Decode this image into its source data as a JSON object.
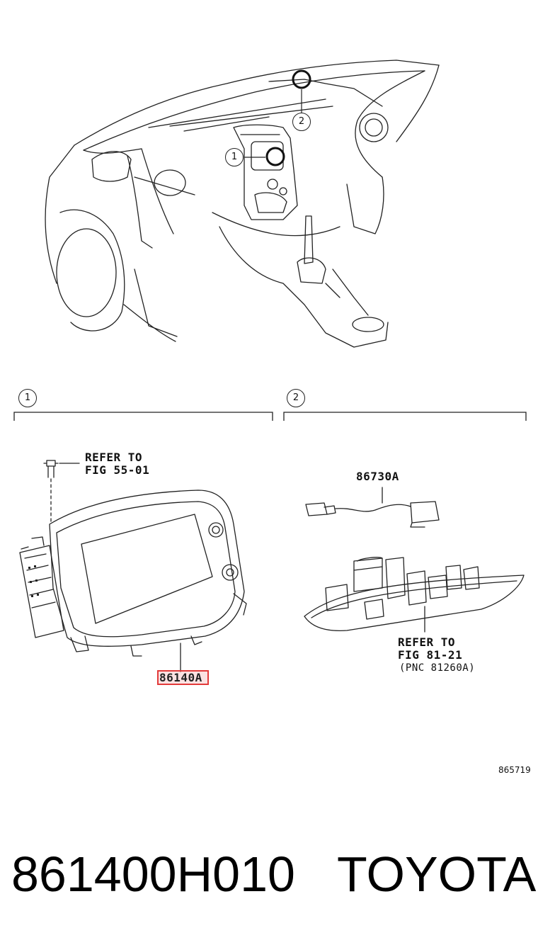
{
  "callouts": {
    "detail1": "1",
    "detail2": "2",
    "overview1": "1",
    "overview2": "2"
  },
  "detail1": {
    "refer_line1": "REFER TO",
    "refer_line2": "FIG 55-01",
    "part_number": "86140A",
    "highlight_color": "#e23a3a"
  },
  "detail2": {
    "part_number": "86730A",
    "refer_line1": "REFER TO",
    "refer_line2": "FIG 81-21",
    "refer_line3": "(PNC 81260A)"
  },
  "figure_id": "865719",
  "footer": {
    "part_code": "861400H010",
    "brand": "TOYOTA"
  }
}
